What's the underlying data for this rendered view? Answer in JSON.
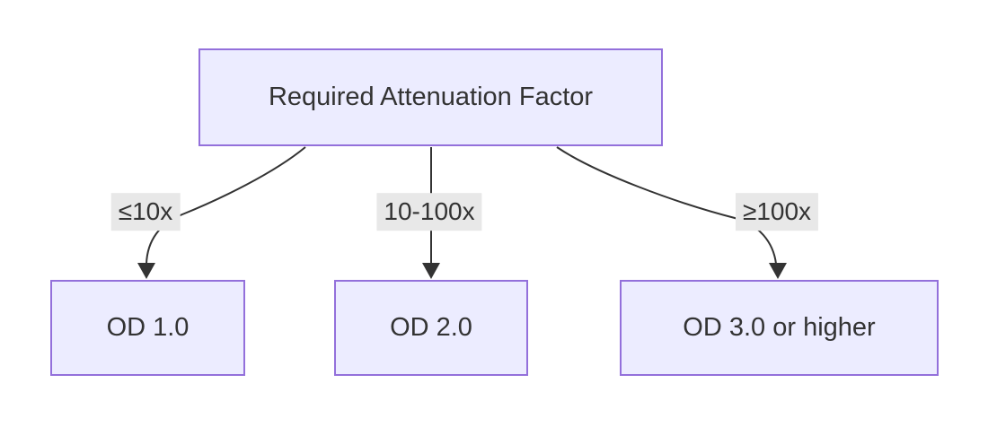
{
  "diagram": {
    "type": "flowchart",
    "direction": "top-down",
    "nodes": [
      {
        "id": "root",
        "label": "Required Attenuation Factor"
      },
      {
        "id": "od1",
        "label": "OD 1.0"
      },
      {
        "id": "od2",
        "label": "OD 2.0"
      },
      {
        "id": "od3",
        "label": "OD 3.0 or higher"
      }
    ],
    "edges": [
      {
        "from": "root",
        "to": "od1",
        "label": "≤10x"
      },
      {
        "from": "root",
        "to": "od2",
        "label": "10-100x"
      },
      {
        "from": "root",
        "to": "od3",
        "label": "≥100x"
      }
    ],
    "colors": {
      "node_fill": "#ECECFF",
      "node_border": "#9370DB",
      "edge_stroke": "#333333",
      "edge_label_bg": "#e8e8e8",
      "text": "#333333",
      "background": "#ffffff"
    }
  }
}
